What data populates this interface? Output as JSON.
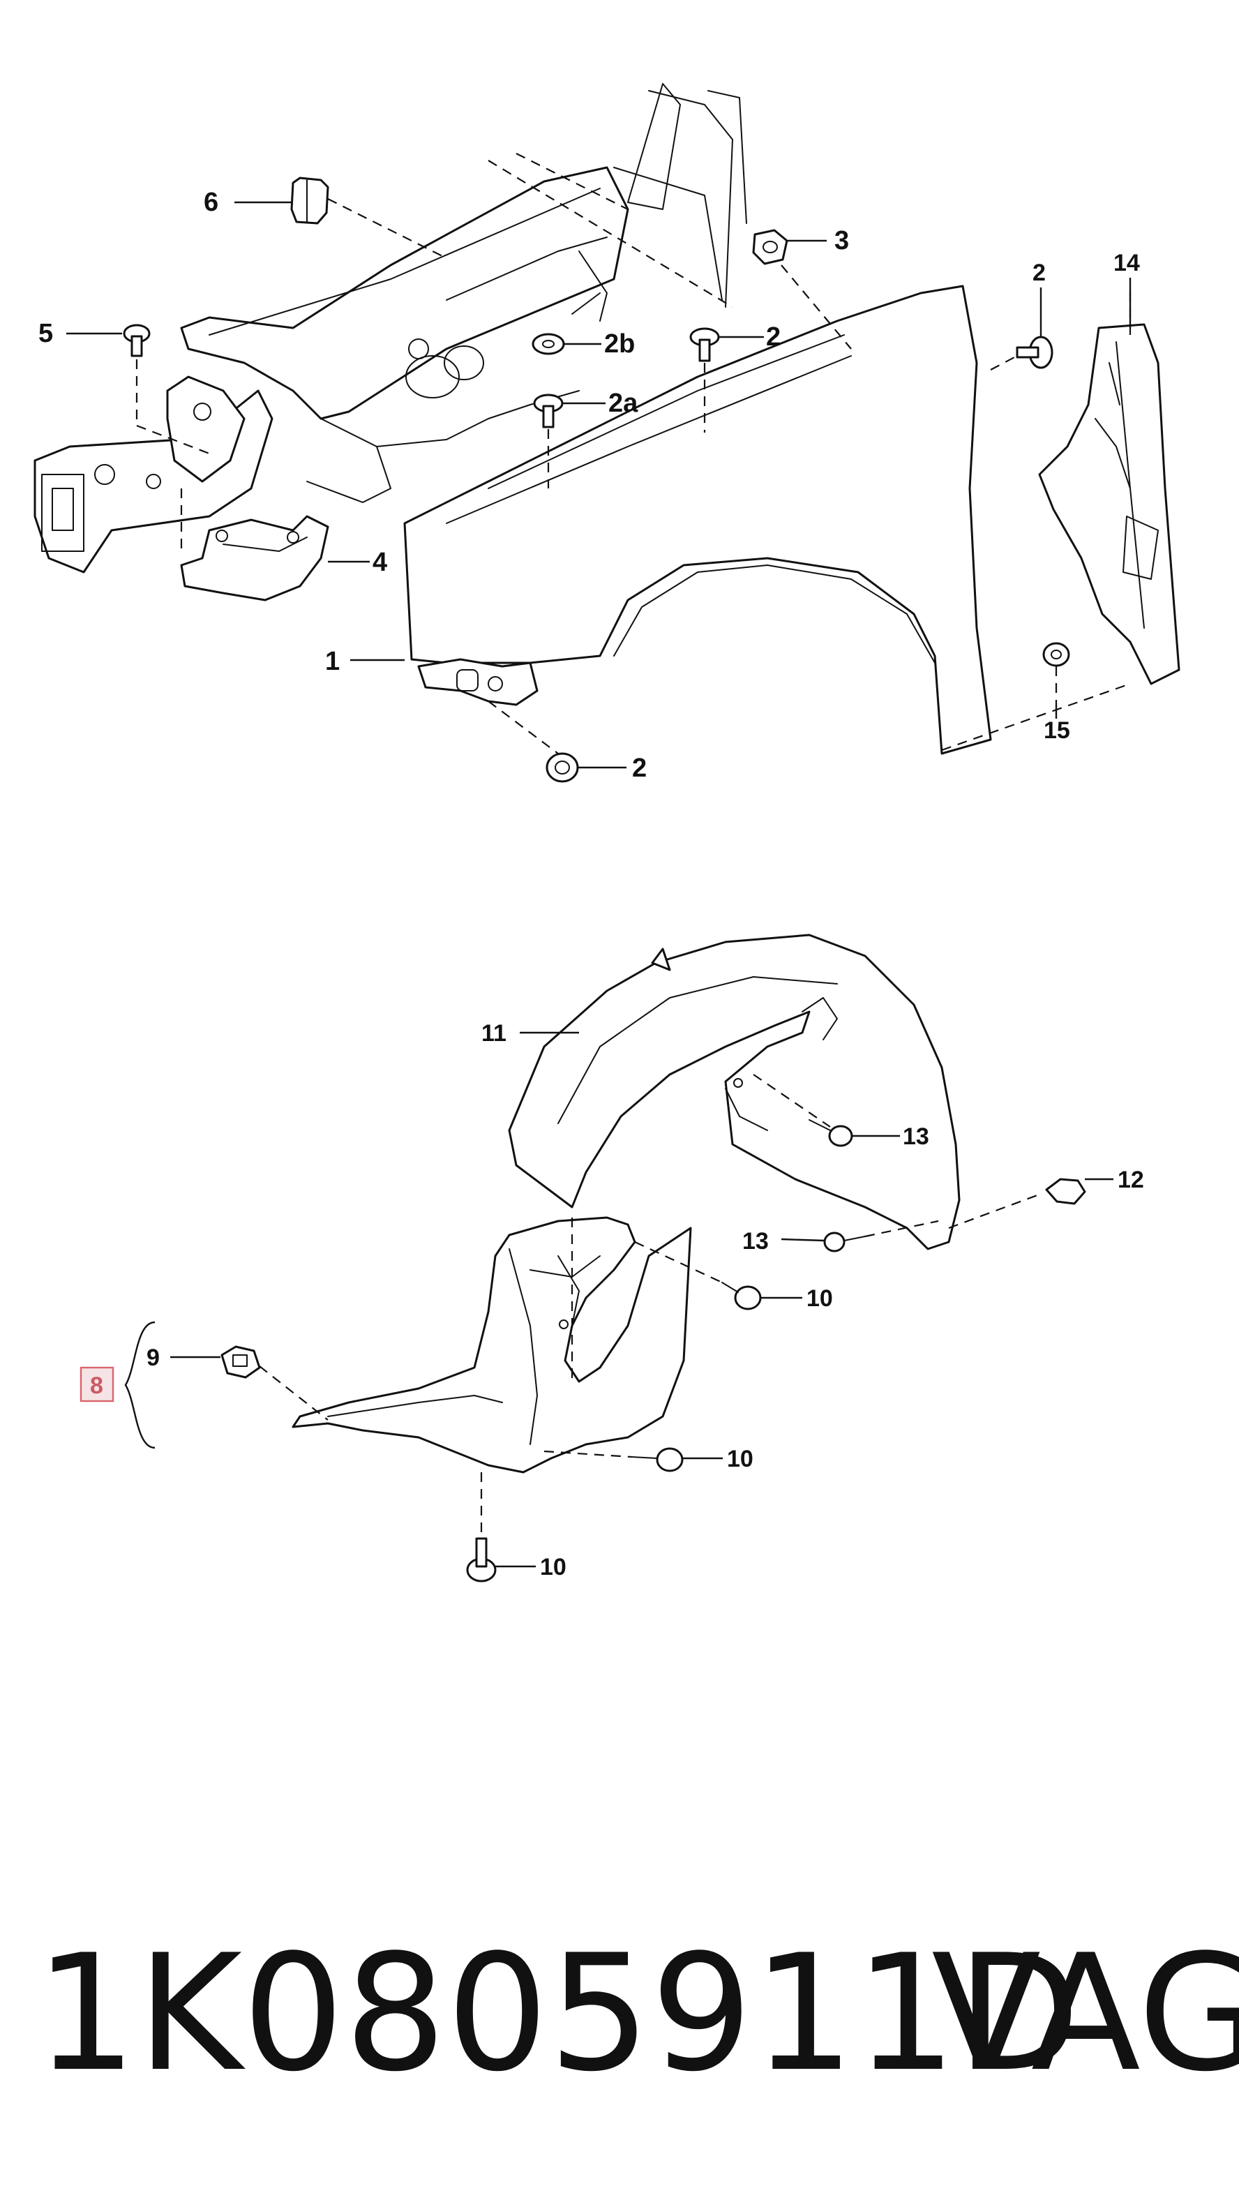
{
  "diagram": {
    "callouts": {
      "c6": "6",
      "c3": "3",
      "c5": "5",
      "c2b": "2b",
      "c2_mid": "2",
      "c2_right": "2",
      "c14": "14",
      "c2a": "2a",
      "c4": "4",
      "c1": "1",
      "c15": "15",
      "c2_bottom": "2",
      "c11": "11",
      "c13_right": "13",
      "c12": "12",
      "c13_left": "13",
      "c10_top": "10",
      "c9": "9",
      "c8": "8",
      "c10_mid": "10",
      "c10_bottom": "10"
    },
    "highlight_color": "#d9646e"
  },
  "footer": {
    "part_number": "1K0805911D",
    "brand": "VAG"
  }
}
